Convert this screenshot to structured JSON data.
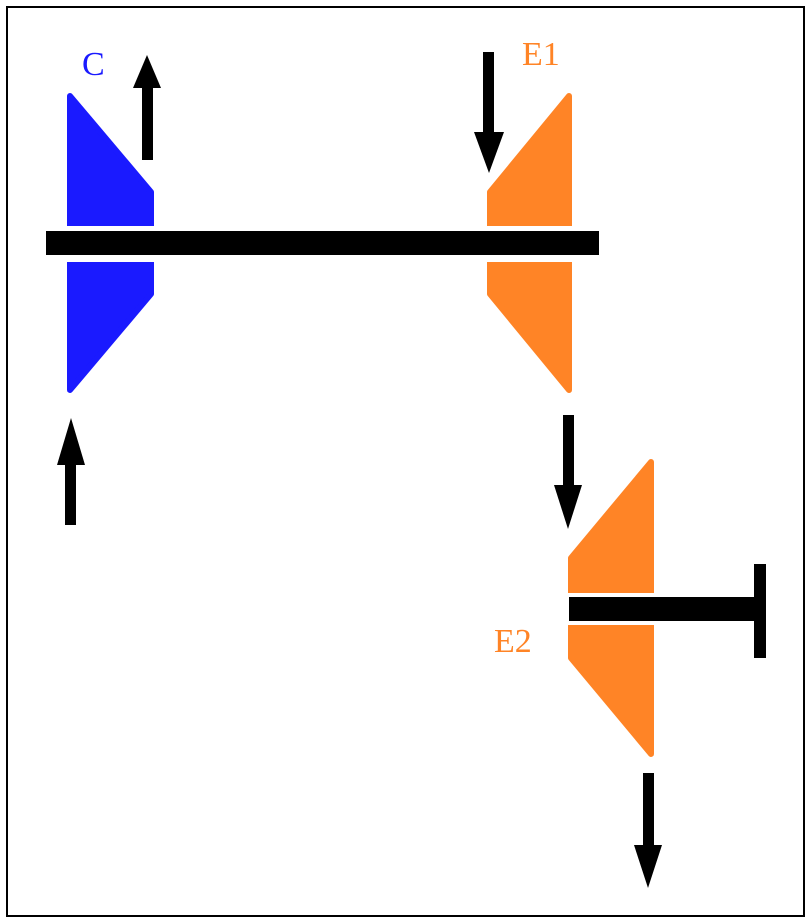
{
  "gears": {
    "c": {
      "label": "C",
      "color": "#1a1aff"
    },
    "e1": {
      "label": "E1",
      "color": "#ff8426"
    },
    "e2": {
      "label": "E2",
      "color": "#ff8426"
    }
  },
  "shaft_color": "#000000",
  "arrow_color": "#000000"
}
